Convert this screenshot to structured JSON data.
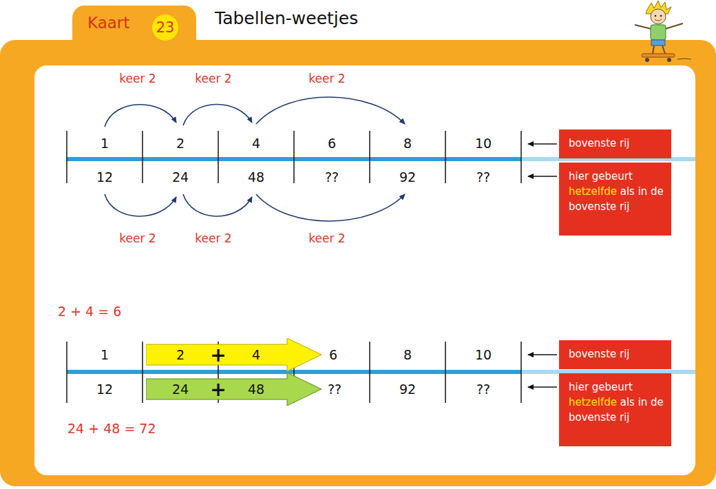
{
  "diagram": {
    "title": "Tabellen-weetjes",
    "nodes": [
      {
        "text": [
          "Kaart"
        ]
      },
      {
        "text": [
          "23"
        ],
        "in": 0
      },
      {
        "text": [
          "bovenste rij"
        ]
      },
      {
        "text": [
          "hier gebeurt",
          "hetzelfde",
          "als in de bovenste rij"
        ]
      },
      {
        "text": [
          "2",
          "+",
          "4"
        ]
      },
      {
        "text": [
          "24",
          "+",
          "48"
        ]
      },
      {
        "text": [
          "bovenste rij"
        ]
      },
      {
        "text": [
          "hier gebeurt",
          "hetzelfde",
          "als in de bovenste rij"
        ]
      }
    ],
    "labels": [
      "keer 2",
      "keer 2",
      "keer 2",
      "1",
      "2",
      "4",
      "6",
      "8",
      "10",
      "12",
      "24",
      "48",
      "??",
      "92",
      "??",
      "keer 2",
      "keer 2",
      "keer 2",
      "2 + 4 = 6",
      "1",
      "6",
      "8",
      "10",
      "12",
      "??",
      "92",
      "??",
      "24 + 48 = 72"
    ]
  }
}
